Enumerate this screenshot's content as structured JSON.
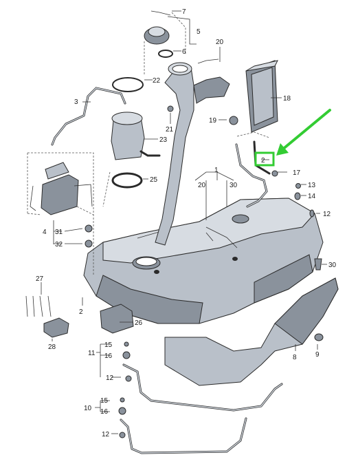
{
  "callouts": {
    "c1": "1",
    "c2_top": "2",
    "c2_left": "2",
    "c3": "3",
    "c4": "4",
    "c5": "5",
    "c6": "6",
    "c7": "7",
    "c8": "8",
    "c9": "9",
    "c10": "10",
    "c11": "11",
    "c12_right": "12",
    "c12_mid": "12",
    "c12_low": "12",
    "c13": "13",
    "c14": "14",
    "c15_mid": "15",
    "c15_low": "15",
    "c16_mid": "16",
    "c16_low": "16",
    "c17": "17",
    "c18": "18",
    "c19": "19",
    "c20_top": "20",
    "c20_tank": "20",
    "c21": "21",
    "c22": "22",
    "c23": "23",
    "c25": "25",
    "c26": "26",
    "c27": "27",
    "c28": "28",
    "c30_tank": "30",
    "c30_right": "30",
    "c31": "31",
    "c32": "32"
  },
  "highlight": {
    "color": "#33cc33",
    "target_label": "2"
  },
  "colors": {
    "metal": "#b9c0c9",
    "metal_dark": "#8a929c",
    "line": "#2a2a2a"
  }
}
